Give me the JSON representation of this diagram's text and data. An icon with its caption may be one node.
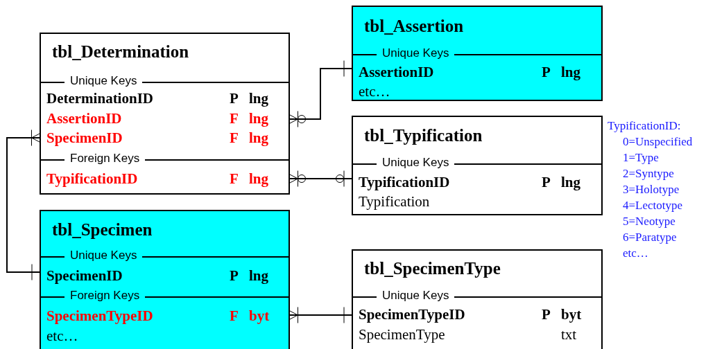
{
  "diagram": {
    "nodes": [
      {
        "text": [
          "tbl_Determination",
          "Unique Keys",
          "DeterminationID",
          "P",
          "lng",
          "AssertionID",
          "F",
          "lng",
          "SpecimenID",
          "F",
          "lng",
          "Foreign Keys",
          "TypificationID",
          "F",
          "lng"
        ]
      },
      {
        "text": [
          "tbl_Assertion",
          "Unique Keys",
          "AssertionID",
          "P",
          "lng",
          "etc…"
        ]
      },
      {
        "text": [
          "tbl_Typification",
          "Unique Keys",
          "TypificationID",
          "P",
          "lng",
          "Typification"
        ]
      },
      {
        "text": [
          "tbl_Specimen",
          "Unique Keys",
          "SpecimenID",
          "P",
          "lng",
          "Foreign Keys",
          "SpecimenTypeID",
          "F",
          "byt",
          "etc…"
        ]
      },
      {
        "text": [
          "tbl_SpecimenType",
          "Unique Keys",
          "SpecimenTypeID",
          "P",
          "byt",
          "SpecimenType",
          "txt"
        ]
      }
    ],
    "edges": [
      {
        "from": 1,
        "to": 0,
        "arrow": "other"
      },
      {
        "from": 2,
        "to": 0,
        "arrow": "other"
      },
      {
        "from": 3,
        "to": 0,
        "arrow": "other"
      },
      {
        "from": 4,
        "to": 3,
        "arrow": "other"
      }
    ],
    "labels": [
      "TypificationID:",
      "0=Unspecified",
      "1=Type",
      "2=Syntype",
      "3=Holotype",
      "4=Lectotype",
      "5=Neotype",
      "6=Paratype",
      "etc…"
    ]
  }
}
